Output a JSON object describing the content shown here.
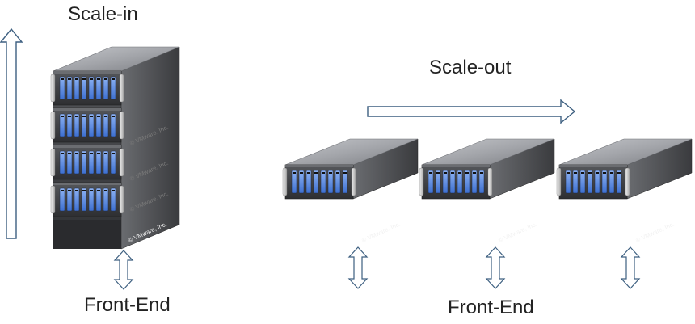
{
  "labels": {
    "scale_in": "Scale-in",
    "scale_out": "Scale-out",
    "front_end_left": "Front-End",
    "front_end_right": "Front-End"
  },
  "watermark": "© VMware, Inc.",
  "colors": {
    "arrow_stroke": "#3d5f80",
    "server_top": "#9a9ca2",
    "server_front": "#3f4144",
    "server_side": "#5c5e62",
    "drive_blue": "#5f8fe6",
    "bezel": "#d6d6d6"
  }
}
